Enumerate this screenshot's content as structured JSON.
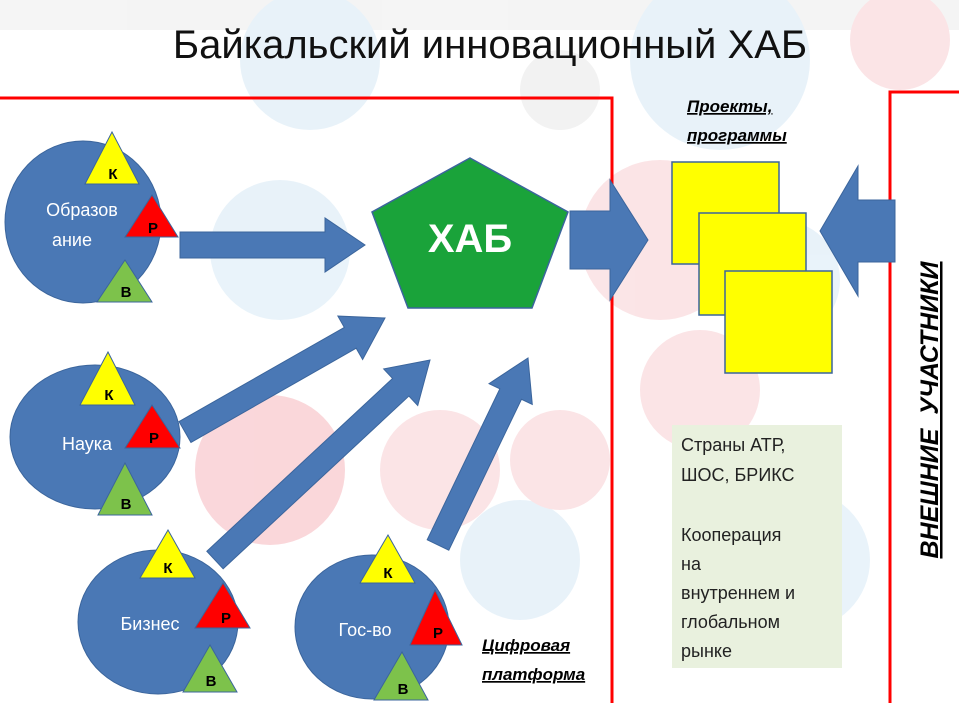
{
  "title": "Байкальский инновационный ХАБ",
  "hub": {
    "label": "ХАБ"
  },
  "sources": [
    {
      "label_lines": [
        "Образов",
        "ание"
      ],
      "k": "К",
      "r": "Р",
      "v": "В"
    },
    {
      "label_lines": [
        "Наука"
      ],
      "k": "К",
      "r": "Р",
      "v": "В"
    },
    {
      "label_lines": [
        "Бизнес"
      ],
      "k": "К",
      "r": "Р",
      "v": "В"
    },
    {
      "label_lines": [
        "Гос-во"
      ],
      "k": "К",
      "r": "Р",
      "v": "В"
    }
  ],
  "projects": {
    "lines": [
      "Проекты,",
      "программы"
    ]
  },
  "platform": {
    "lines": [
      "Цифровая",
      "платформа"
    ]
  },
  "external": {
    "label": "ВНЕШНИЕ  УЧАСТНИКИ"
  },
  "cooperation": {
    "lines": [
      "Страны АТР,",
      "ШОС, БРИКС",
      "",
      "Кооперация",
      "на",
      "внутреннем и",
      "глобальном",
      "рынке"
    ]
  },
  "colors": {
    "circle": "#4a78b5",
    "hub": "#1aa33a",
    "k": "#ffff00",
    "r": "#ff0000",
    "v": "#7dc24b",
    "project": "#ffff00",
    "frame": "#ff0000",
    "note_bg": "#e9f1de"
  }
}
